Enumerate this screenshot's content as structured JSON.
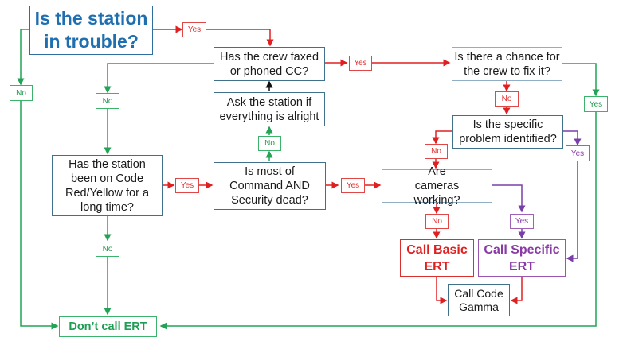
{
  "diagram": {
    "title": "Is the station in trouble?",
    "nodes": {
      "crew_contacted": "Has the crew faxed or phoned CC?",
      "ask_station": "Ask the station if everything is alright",
      "crew_fix": "Is there a chance for the crew to fix it?",
      "problem_identified": "Is the specific problem identified?",
      "code_red_yellow": "Has the station been on Code Red/Yellow for a long time?",
      "command_security_dead": "Is most of Command AND Security dead?",
      "cameras_working": "Are cameras working?",
      "call_basic_ert": "Call Basic ERT",
      "call_specific_ert": "Call Specific ERT",
      "call_code_gamma": "Call Code Gamma",
      "dont_call_ert": "Don’t call ERT"
    },
    "labels": {
      "yes": "Yes",
      "no": "No"
    },
    "colors": {
      "yes_red": "#e03030",
      "no_green": "#1f9a4e",
      "purple": "#8a3ea8",
      "title_blue": "#1f6fb0",
      "box_border": "#41708a"
    }
  }
}
